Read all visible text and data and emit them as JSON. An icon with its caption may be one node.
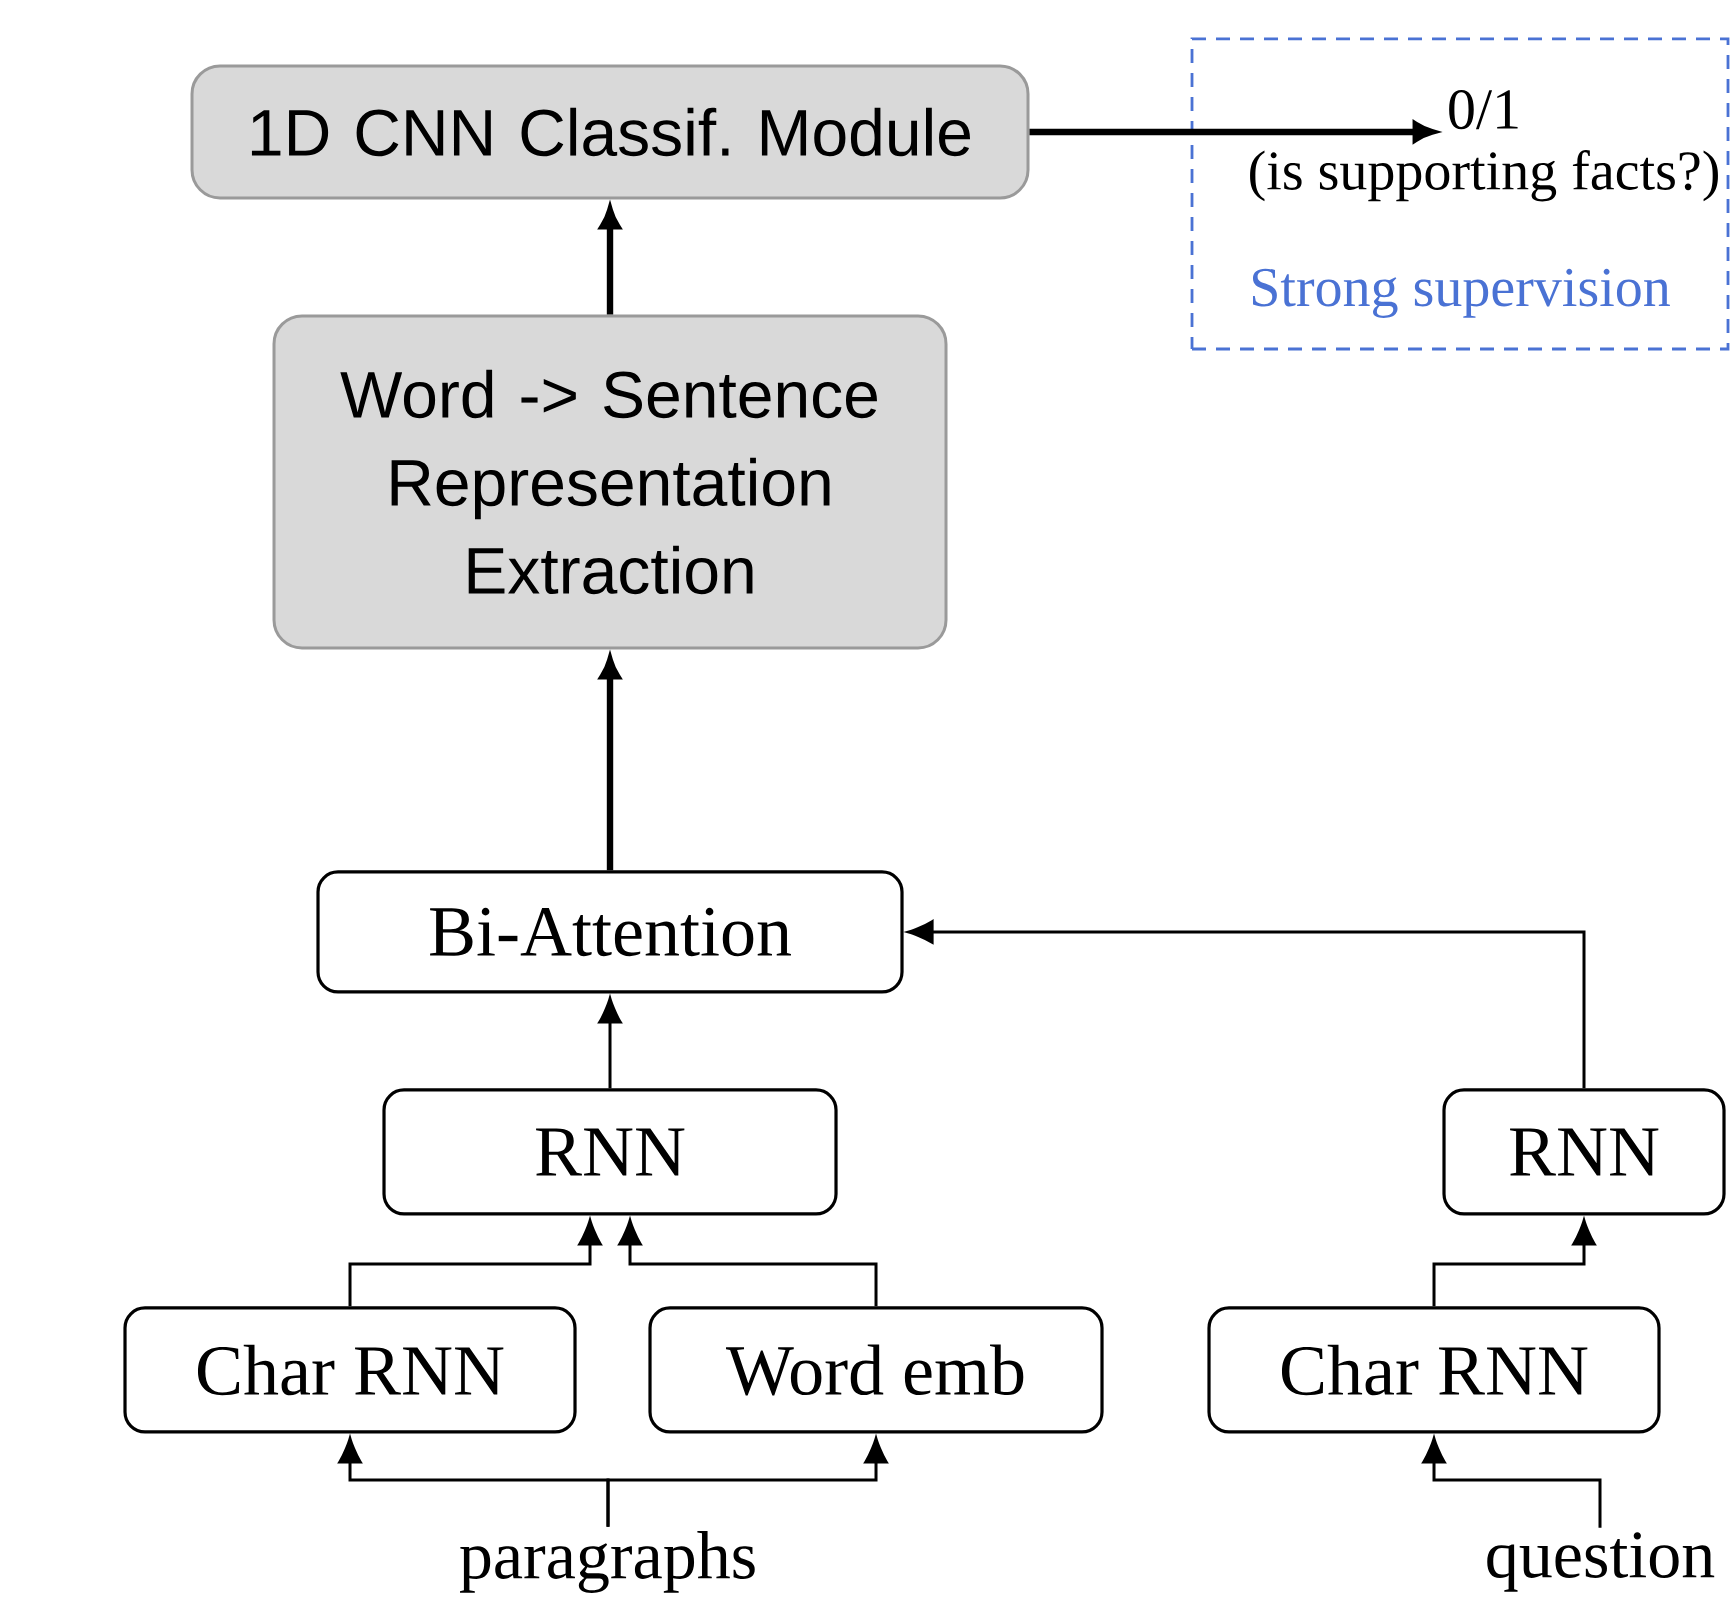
{
  "diagram": {
    "nodes": [
      {
        "text": [
          "1D CNN Classif. Module"
        ]
      },
      {
        "text": [
          "Word -> Sentence Representation Extraction"
        ]
      },
      {
        "text": [
          "Bi-Attention"
        ]
      },
      {
        "text": [
          "RNN"
        ]
      },
      {
        "text": [
          "Char RNN"
        ]
      },
      {
        "text": [
          "Word emb"
        ]
      },
      {
        "text": [
          "paragraphs"
        ]
      },
      {
        "text": [
          "Strong supervision"
        ]
      },
      {
        "text": [
          "0/1"
        ],
        "beside": [
          "(is supporting facts?)"
        ],
        "in": 7
      },
      {
        "text": [
          "RNN"
        ]
      },
      {
        "text": [
          "Char RNN"
        ]
      },
      {
        "text": [
          "question"
        ]
      }
    ],
    "edges": [
      {
        "from": 0,
        "to": 8,
        "arrow": "to",
        "style": "thick"
      },
      {
        "from": 1,
        "to": 0,
        "arrow": "to",
        "style": "thick"
      },
      {
        "from": 2,
        "to": 1,
        "arrow": "to",
        "style": "thick"
      },
      {
        "from": 3,
        "to": 2,
        "arrow": "to"
      },
      {
        "from": 4,
        "to": 3,
        "arrow": "to"
      },
      {
        "from": 5,
        "to": 3,
        "arrow": "to"
      },
      {
        "from": 6,
        "to": 4,
        "arrow": "to"
      },
      {
        "from": 6,
        "to": 5,
        "arrow": "to"
      },
      {
        "from": 9,
        "to": 2,
        "arrow": "to"
      },
      {
        "from": 10,
        "to": 9,
        "arrow": "to"
      },
      {
        "from": 11,
        "to": 10,
        "arrow": "to"
      }
    ]
  }
}
